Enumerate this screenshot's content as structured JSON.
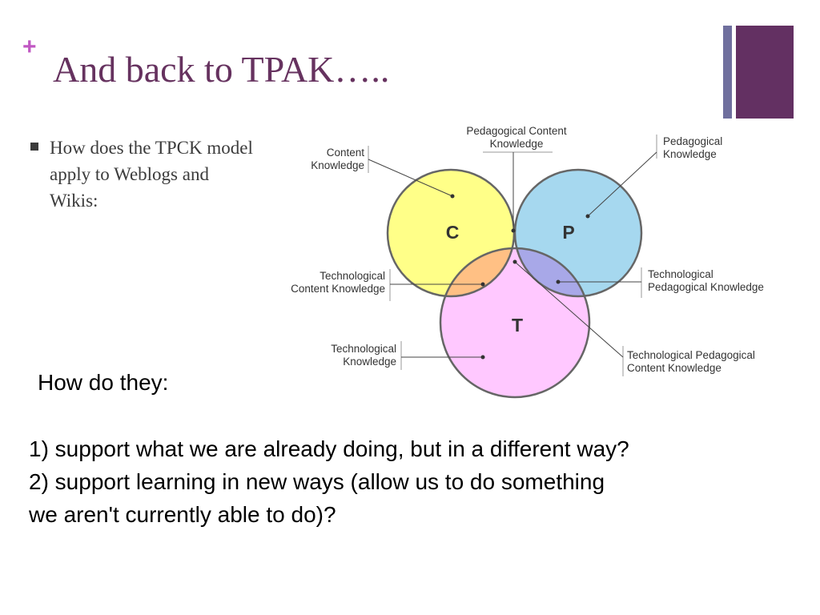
{
  "slide": {
    "plus_symbol": "+",
    "title": "And back to TPAK…..",
    "bullet": "How does the TPCK model apply to Weblogs and Wikis:",
    "questions_heading": "How do they:",
    "question_1": "1) support what we are already doing, but in a different way?",
    "question_2_line1": " 2) support learning in new ways (allow us to do something",
    "question_2_line2": "we aren't currently able to do)?"
  },
  "colors": {
    "title": "#66325f",
    "plus": "#c158c3",
    "accent_bar_dark": "#633062",
    "accent_bar_light": "#6f6f9e",
    "circle_c": "#ffff88",
    "circle_p": "#a6d8ef",
    "circle_t": "#ffc8ff",
    "overlap_cp": "#a8d890",
    "overlap_ct": "#ffc084",
    "overlap_pt": "#a8a8e8",
    "overlap_cpt": "#999980"
  },
  "diagram": {
    "circle_labels": {
      "c": "C",
      "p": "P",
      "t": "T"
    },
    "labels": {
      "pck_line1": "Pedagogical Content",
      "pck_line2": "Knowledge",
      "ck_line1": "Content",
      "ck_line2": "Knowledge",
      "pk_line1": "Pedagogical",
      "pk_line2": "Knowledge",
      "tck_line1": "Technological",
      "tck_line2": "Content Knowledge",
      "tpk_line1": "Technological",
      "tpk_line2": "Pedagogical Knowledge",
      "tk_line1": "Technological",
      "tk_line2": "Knowledge",
      "tpck_line1": "Technological Pedagogical",
      "tpck_line2": "Content Knowledge"
    }
  }
}
